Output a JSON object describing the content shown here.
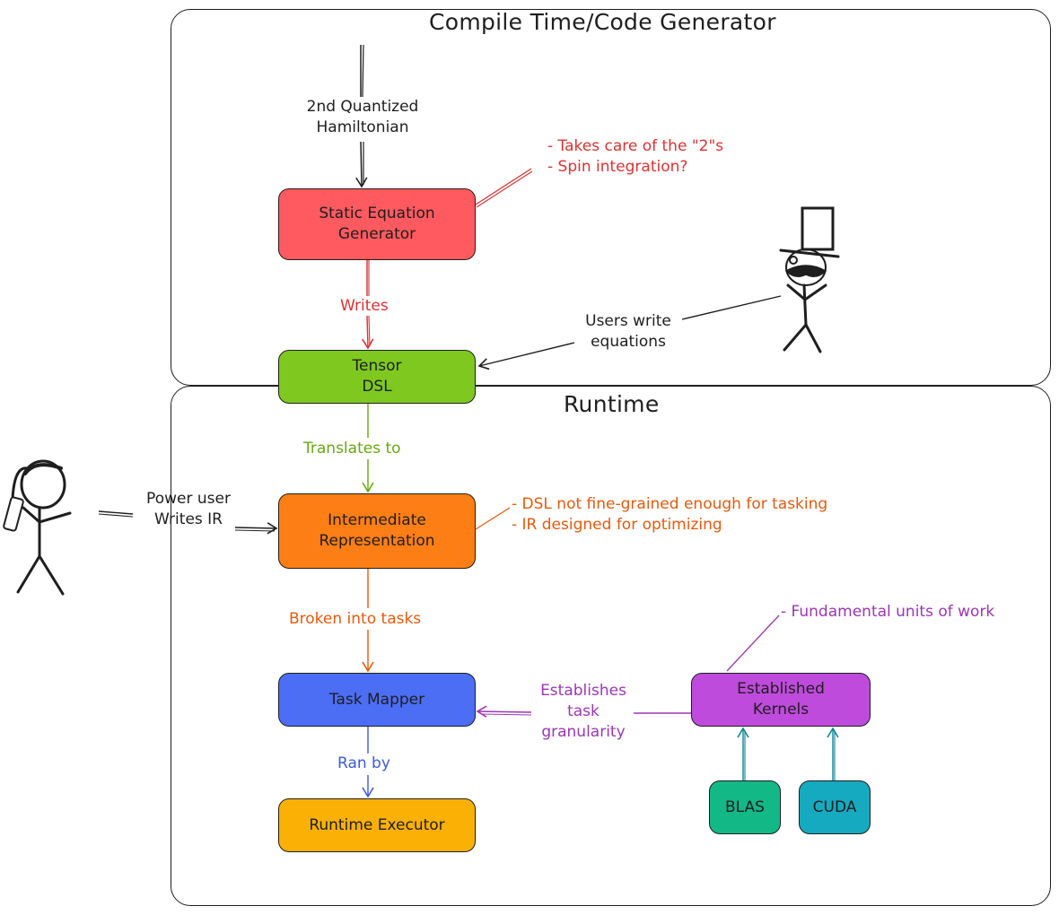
{
  "regions": {
    "compile": {
      "title": "Compile Time/Code Generator"
    },
    "runtime": {
      "title": "Runtime"
    }
  },
  "nodes": {
    "static_equation_generator": {
      "label": "Static Equation\nGenerator",
      "color": "#ff5a5f"
    },
    "tensor_dsl": {
      "label": "Tensor\nDSL",
      "color": "#7ec820"
    },
    "intermediate_representation": {
      "label": "Intermediate\nRepresentation",
      "color": "#fd7e14"
    },
    "task_mapper": {
      "label": "Task Mapper",
      "color": "#4c6ef5"
    },
    "runtime_executor": {
      "label": "Runtime Executor",
      "color": "#fab005"
    },
    "established_kernels": {
      "label": "Established\nKernels",
      "color": "#be4bdb"
    },
    "blas": {
      "label": "BLAS",
      "color": "#12b886"
    },
    "cuda": {
      "label": "CUDA",
      "color": "#15aabf"
    }
  },
  "edge_labels": {
    "input": {
      "lines": [
        "2nd Quantized",
        "Hamiltonian"
      ],
      "color": "#1e1e1e"
    },
    "writes": {
      "text": "Writes",
      "color": "#e03131"
    },
    "users_write": {
      "lines": [
        "Users write",
        "equations"
      ],
      "color": "#1e1e1e"
    },
    "translates_to": {
      "text": "Translates to",
      "color": "#66a80f"
    },
    "power_user": {
      "lines": [
        "Power user",
        "Writes IR"
      ],
      "color": "#1e1e1e"
    },
    "broken_into_tasks": {
      "text": "Broken into tasks",
      "color": "#e8590c"
    },
    "establishes": {
      "lines": [
        "Establishes",
        "task",
        "granularity"
      ],
      "color": "#9c36b5"
    },
    "ran_by": {
      "text": "Ran by",
      "color": "#3b5bdb"
    }
  },
  "notes": {
    "static_gen": {
      "lines": [
        "- Takes care of the \"2\"s",
        "- Spin integration?"
      ],
      "color": "#e03131"
    },
    "ir": {
      "lines": [
        "- DSL not fine-grained enough for tasking",
        "- IR designed for optimizing"
      ],
      "color": "#e8590c"
    },
    "kernels": {
      "lines": [
        "- Fundamental units of work"
      ],
      "color": "#9c36b5"
    }
  },
  "figures": {
    "top_hat_user": "top-hat-stick-figure",
    "power_user": "ponytail-stick-figure"
  }
}
